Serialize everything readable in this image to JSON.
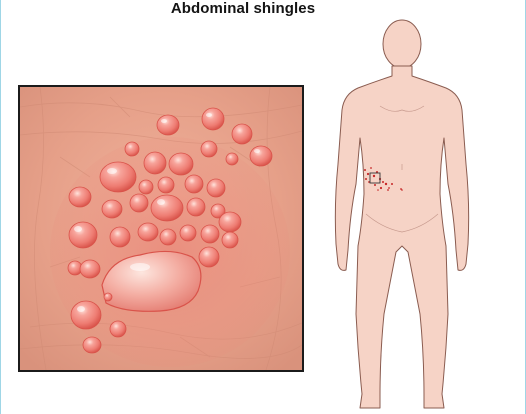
{
  "title": "Abdominal shingles",
  "colors": {
    "skin_background": "#e8a58e",
    "skin_texture": "#d98f78",
    "blister_fill": "#ee7c72",
    "blister_highlight": "#ffd9d0",
    "blister_rim": "#d9534a",
    "figure_fill": "#f6d3c6",
    "figure_outline": "#8a5c50",
    "rash_dots": "#c62828",
    "closeup_border": "#1b1b1b"
  },
  "icons": {
    "closeup": "skin-blister-rash-illustration",
    "figure": "human-body-front-silhouette",
    "marker": "rash-location-square"
  }
}
